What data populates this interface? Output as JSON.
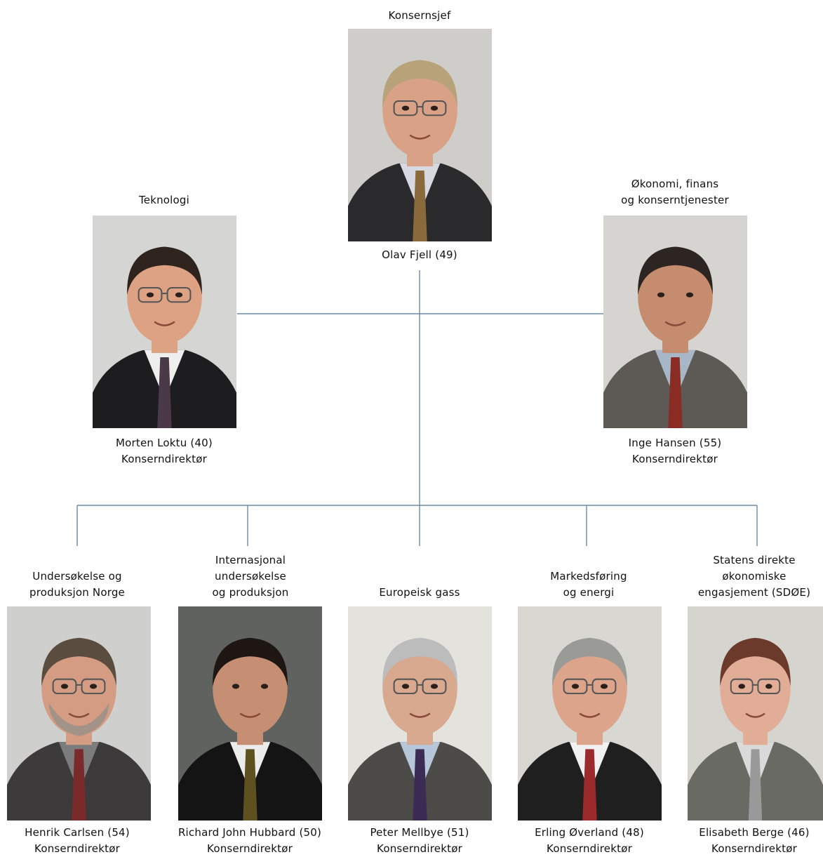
{
  "top": {
    "unit": "Konsernsjef",
    "name": "Olav Fjell (49)"
  },
  "left": {
    "unit": "Teknologi",
    "name": "Morten Loktu (40)",
    "title": "Konserndirektør"
  },
  "right": {
    "unit_line1": "Økonomi, finans",
    "unit_line2": "og konserntjenester",
    "name": "Inge Hansen (55)",
    "title": "Konserndirektør"
  },
  "bottom": [
    {
      "unit": [
        "Undersøkelse og",
        "produksjon Norge"
      ],
      "name": "Henrik Carlsen (54)",
      "title": "Konserndirektør",
      "photo": {
        "bg": "#cfcfcd",
        "suit": "#3d3a3b",
        "hair": "#5a4c3e",
        "skin": "#d39c83",
        "shirt": "#7c7c7c",
        "tie": "#7a2a2a",
        "glasses": true,
        "beard": true
      }
    },
    {
      "unit": [
        "Internasjonal",
        "undersøkelse",
        "og produksjon"
      ],
      "name": "Richard John Hubbard (50)",
      "title": "Konserndirektør",
      "photo": {
        "bg": "#606260",
        "suit": "#151414",
        "hair": "#1e1613",
        "skin": "#c68f73",
        "shirt": "#ececec",
        "tie": "#5f5020",
        "glasses": false,
        "beard": false
      }
    },
    {
      "unit": [
        "Europeisk gass"
      ],
      "name": "Peter Mellbye (51)",
      "title": "Konserndirektør",
      "photo": {
        "bg": "#e4e2dc",
        "suit": "#4d4b48",
        "hair": "#bcbcbc",
        "skin": "#d8a88f",
        "shirt": "#b5c7d8",
        "tie": "#3b2b55",
        "glasses": true,
        "beard": false
      }
    },
    {
      "unit": [
        "Markedsføring",
        "og energi"
      ],
      "name": "Erling Øverland (48)",
      "title": "Konserndirektør",
      "photo": {
        "bg": "#d9d7d2",
        "suit": "#201f20",
        "hair": "#9a9a96",
        "skin": "#dba48b",
        "shirt": "#f1f1f1",
        "tie": "#9b2a2c",
        "glasses": true,
        "beard": false
      }
    },
    {
      "unit": [
        "Statens direkte",
        "økonomiske",
        "engasjement (SDØE)"
      ],
      "name": "Elisabeth Berge (46)",
      "title": "Konserndirektør",
      "photo": {
        "bg": "#d6d4cf",
        "suit": "#6a6a64",
        "hair": "#6b3a2a",
        "skin": "#e2ad96",
        "shirt": "#dadada",
        "tie": "#999999",
        "glasses": true,
        "beard": false
      }
    }
  ],
  "photos": {
    "top": {
      "bg": "#cfcdc9",
      "suit": "#2a2a2c",
      "hair": "#b7a27a",
      "skin": "#d9a286",
      "shirt": "#d7d9e0",
      "tie": "#8a6a3a",
      "glasses": true,
      "beard": false
    },
    "left": {
      "bg": "#d5d5d3",
      "suit": "#1d1c1f",
      "hair": "#2e241d",
      "skin": "#dca283",
      "shirt": "#eeeeee",
      "tie": "#4a3a48",
      "glasses": true,
      "beard": false
    },
    "right": {
      "bg": "#d5d4d0",
      "suit": "#5d5a55",
      "hair": "#2d2522",
      "skin": "#c58c70",
      "shirt": "#a8b7c7",
      "tie": "#8a2b24",
      "glasses": false,
      "beard": false
    }
  }
}
